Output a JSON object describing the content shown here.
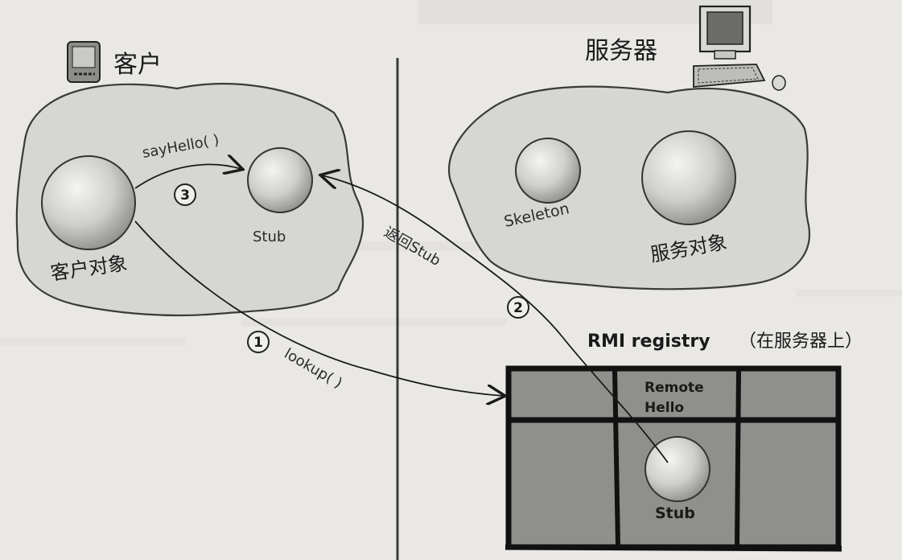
{
  "client": {
    "title": "客户",
    "object_label": "客户对象",
    "stub_label": "Stub",
    "call_label": "sayHello( )",
    "step3": "3"
  },
  "server": {
    "title": "服务器",
    "skeleton_label": "Skeleton",
    "service_label": "服务对象"
  },
  "lookup": {
    "label": "lookup( )",
    "step1": "1"
  },
  "return_stub": {
    "label": "返回Stub",
    "step2": "2"
  },
  "registry": {
    "title": "RMI registry",
    "note": "（在服务器上）",
    "entry_name_line1": "Remote",
    "entry_name_line2": "Hello",
    "entry_stub": "Stub"
  },
  "icons": [
    "pda-icon",
    "computer-icon"
  ]
}
